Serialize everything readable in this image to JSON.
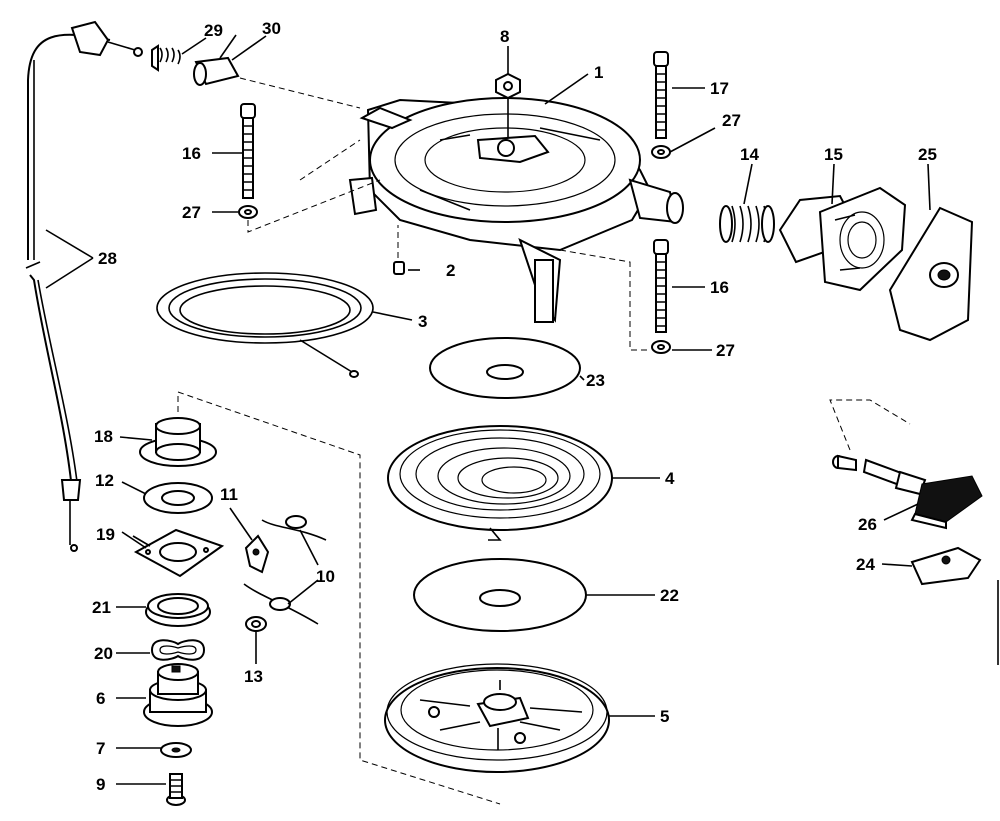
{
  "callouts": {
    "c1": "1",
    "c2": "2",
    "c3": "3",
    "c4": "4",
    "c5": "5",
    "c6": "6",
    "c7": "7",
    "c8": "8",
    "c9": "9",
    "c10": "10",
    "c11": "11",
    "c12": "12",
    "c13": "13",
    "c14": "14",
    "c15": "15",
    "c16a": "16",
    "c16b": "16",
    "c17": "17",
    "c18": "18",
    "c19": "19",
    "c20": "20",
    "c21": "21",
    "c22": "22",
    "c23": "23",
    "c24": "24",
    "c25": "25",
    "c26": "26",
    "c27a": "27",
    "c27b": "27",
    "c27c": "27",
    "c28": "28",
    "c29": "29",
    "c30": "30"
  }
}
